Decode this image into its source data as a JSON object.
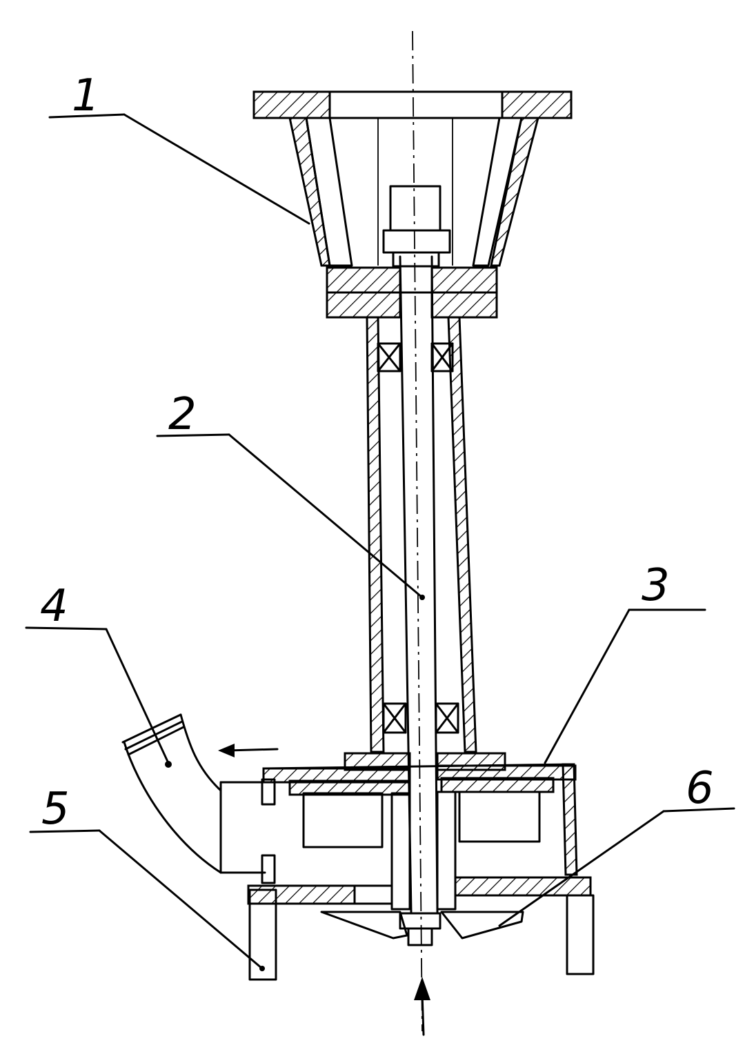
{
  "labels": {
    "part_1": "1",
    "part_2": "2",
    "part_3": "3",
    "part_4": "4",
    "part_5": "5",
    "part_6": "6"
  },
  "colors": {
    "ink": "#000000",
    "paper": "#ffffff"
  }
}
